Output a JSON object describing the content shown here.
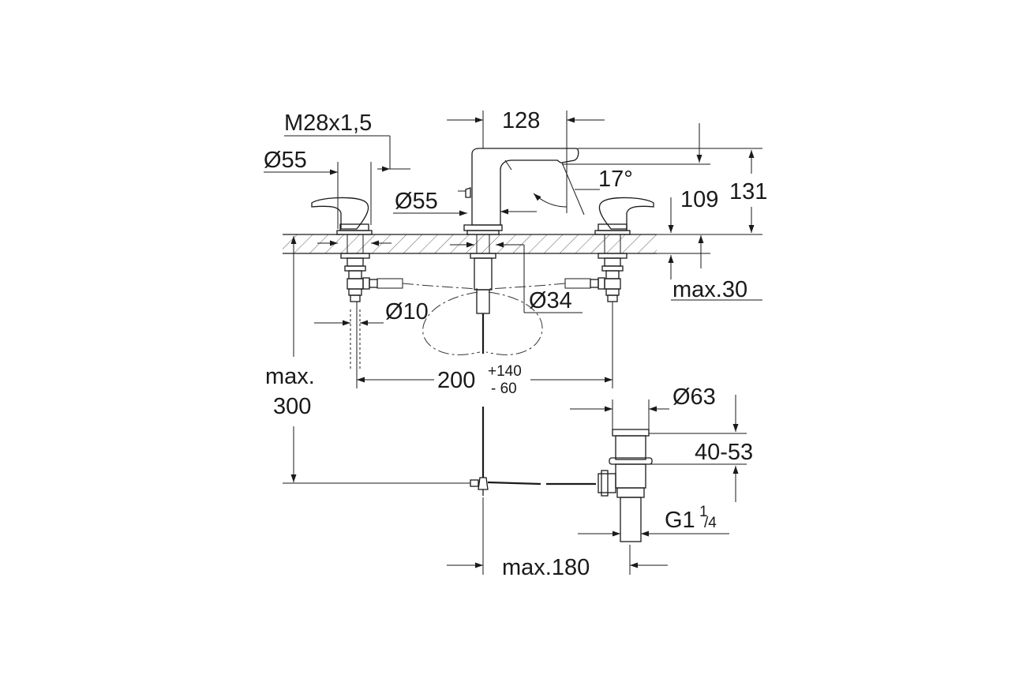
{
  "dimensions": {
    "thread": "M28x1,5",
    "handle_diameter": "Ø55",
    "spout_diameter": "Ø55",
    "spout_projection": "128",
    "spout_angle": "17°",
    "spout_height": "109",
    "total_height": "131",
    "deck_thickness": "max.30",
    "hose_diameter": "Ø10",
    "base_diameter": "Ø34",
    "handle_spacing_main": "200",
    "handle_spacing_plus": "+140",
    "handle_spacing_minus": "- 60",
    "pipe_length_line1": "max.",
    "pipe_length_line2": "300",
    "waste_diameter": "Ø63",
    "waste_range": "40-53",
    "waste_thread_main": "G1",
    "waste_thread_num": "1",
    "waste_thread_den": "/4",
    "waste_offset": "max.180"
  }
}
